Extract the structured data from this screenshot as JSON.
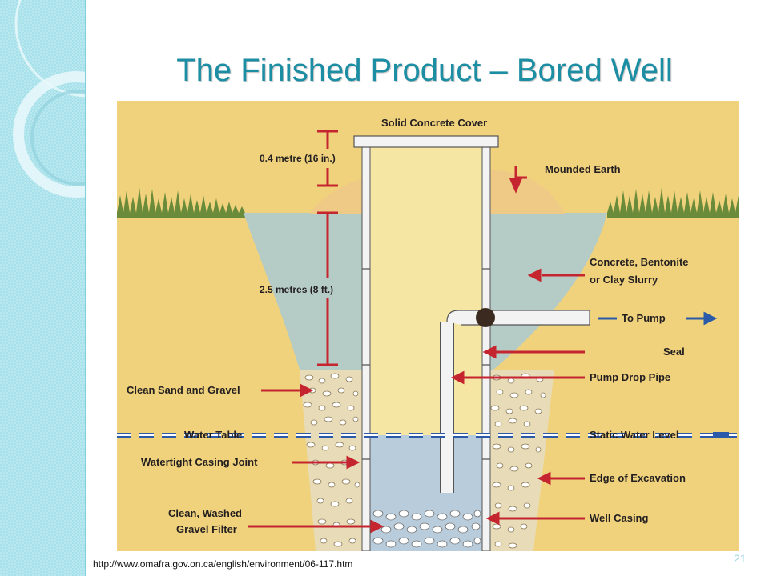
{
  "slide": {
    "title": "The Finished Product – Bored Well",
    "source_url": "http://www.omafra.gov.on.ca/english/environment/06-117.htm",
    "slide_number": "21"
  },
  "diagram": {
    "labels": {
      "solid_concrete_cover": "Solid Concrete Cover",
      "depth_cover": "0.4 metre (16 in.)",
      "mounded_earth": "Mounded Earth",
      "concrete_slurry_line1": "Concrete, Bentonite",
      "concrete_slurry_line2": "or Clay Slurry",
      "depth_seal": "2.5 metres (8 ft.)",
      "to_pump": "To Pump",
      "seal": "Seal",
      "pump_drop_pipe": "Pump Drop Pipe",
      "clean_sand_gravel": "Clean Sand and Gravel",
      "water_table": "Water Table",
      "static_water_level": "Static Water Level",
      "watertight_casing_joint": "Watertight Casing Joint",
      "edge_of_excavation": "Edge of Excavation",
      "gravel_filter_line1": "Clean, Washed",
      "gravel_filter_line2": "Gravel Filter",
      "well_casing": "Well Casing"
    },
    "colors": {
      "soil": "#f0d27d",
      "slurry": "#b5cbc6",
      "water": "#b9ccdc",
      "arrow_red": "#c5252f",
      "arrow_blue": "#2b5ba8",
      "casing": "#f3f3f3"
    }
  }
}
